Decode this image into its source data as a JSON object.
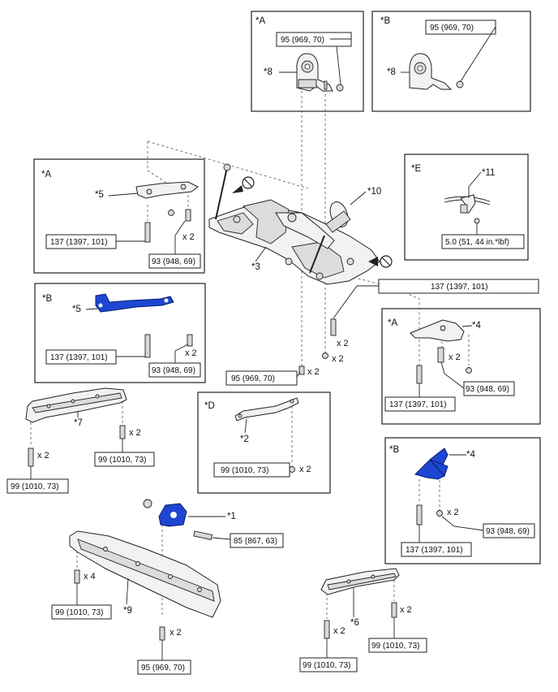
{
  "panels": {
    "A_top": "*A",
    "B_top": "*B",
    "A_left": "*A",
    "B_left": "*B",
    "E": "*E",
    "A_right": "*A",
    "D": "*D",
    "B_right": "*B"
  },
  "part_labels": {
    "p8a": "*8",
    "p8b": "*8",
    "p5a": "*5",
    "p5b": "*5",
    "p3": "*3",
    "p10": "*10",
    "p11": "*11",
    "p4a": "*4",
    "p4b": "*4",
    "p7": "*7",
    "p2": "*2",
    "p1": "*1",
    "p9": "*9",
    "p6": "*6"
  },
  "torques": {
    "t95_A": "95 (969, 70)",
    "t95_B": "95 (969, 70)",
    "t137_A5": "137 (1397, 101)",
    "t93_A5": "93 (948, 69)",
    "t137_B5": "137 (1397, 101)",
    "t93_B5": "93 (948, 69)",
    "t50_E": "5.0 (51, 44 in.*lbf)",
    "t137_main": "137 (1397, 101)",
    "t93_A4": "93 (948, 69)",
    "t137_A4": "137 (1397, 101)",
    "t95_main": "95 (969, 70)",
    "t99_7r": "99 (1010, 73)",
    "t99_7l": "99 (1010, 73)",
    "t99_D": "99 (1010, 73)",
    "t93_B4": "93 (948, 69)",
    "t137_B4": "137 (1397, 101)",
    "t85": "85 (867, 63)",
    "t99_9": "99 (1010, 73)",
    "t95_9": "95 (969, 70)",
    "t99_6r": "99 (1010, 73)",
    "t99_6l": "99 (1010, 73)"
  },
  "multipliers": {
    "m_A5": "x 2",
    "m_B5": "x 2",
    "m_main1": "x 2",
    "m_main2": "x 2",
    "m_main3": "x 2",
    "m_A4": "x 2",
    "m_7r": "x 2",
    "m_7l": "x 2",
    "m_D": "x 2",
    "m_B4": "x 2",
    "m_9a": "x 4",
    "m_9b": "x 2",
    "m_6r": "x 2",
    "m_6l": "x 2"
  },
  "icons": [
    "front-arrow-icon",
    "front-arrow-icon"
  ],
  "colors": {
    "highlight": "#1e46d2",
    "line": "#222222"
  }
}
